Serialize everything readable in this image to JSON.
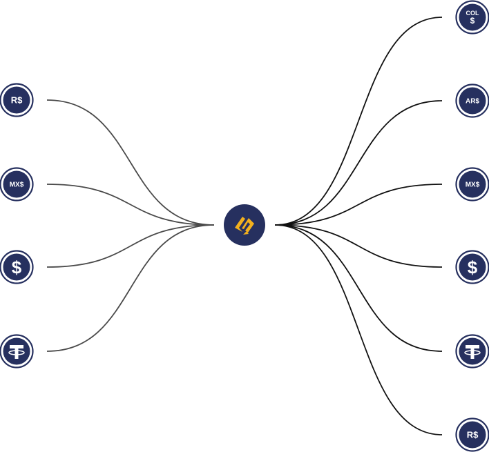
{
  "hub": {
    "icon": "gold-chevron-logo-icon",
    "colors": {
      "fill": "#26305f",
      "logo": "#f2b01e"
    }
  },
  "left_nodes": [
    {
      "id": "brl",
      "label": "R$",
      "icon": "real-currency-icon"
    },
    {
      "id": "mxn",
      "label": "MX$",
      "icon": "peso-currency-icon"
    },
    {
      "id": "usd",
      "label": "$",
      "icon": "dollar-icon"
    },
    {
      "id": "usdt",
      "label": "",
      "icon": "tether-icon"
    }
  ],
  "right_nodes": [
    {
      "id": "cop",
      "label": "COL\n$",
      "icon": "colombian-peso-icon"
    },
    {
      "id": "ars",
      "label": "AR$",
      "icon": "argentine-peso-icon"
    },
    {
      "id": "mxn",
      "label": "MX$",
      "icon": "peso-currency-icon"
    },
    {
      "id": "usd",
      "label": "$",
      "icon": "dollar-icon"
    },
    {
      "id": "usdt",
      "label": "",
      "icon": "tether-icon"
    },
    {
      "id": "brl",
      "label": "R$",
      "icon": "real-currency-icon"
    }
  ],
  "colors": {
    "badge_fill": "#26305f",
    "badge_ring": "#26305f",
    "left_line": "#4a4a4a",
    "right_line": "#111111"
  }
}
